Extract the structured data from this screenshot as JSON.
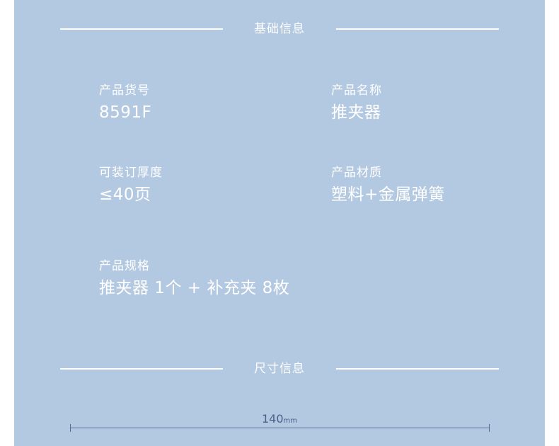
{
  "sections": {
    "basic": {
      "title": "基础信息",
      "fields": [
        {
          "label": "产品货号",
          "value": "8591F"
        },
        {
          "label": "产品名称",
          "value": "推夹器"
        },
        {
          "label": "可装订厚度",
          "value": "≤40页"
        },
        {
          "label": "产品材质",
          "value": "塑料+金属弹簧"
        },
        {
          "label": "产品规格",
          "value": "推夹器 1个 + 补充夹 8枚"
        }
      ]
    },
    "size": {
      "title": "尺寸信息",
      "dimension": {
        "value": "140",
        "unit": "mm"
      }
    }
  },
  "colors": {
    "background": "#b3c8e1",
    "text": "#ffffff",
    "dimension": "#4e5f86"
  }
}
